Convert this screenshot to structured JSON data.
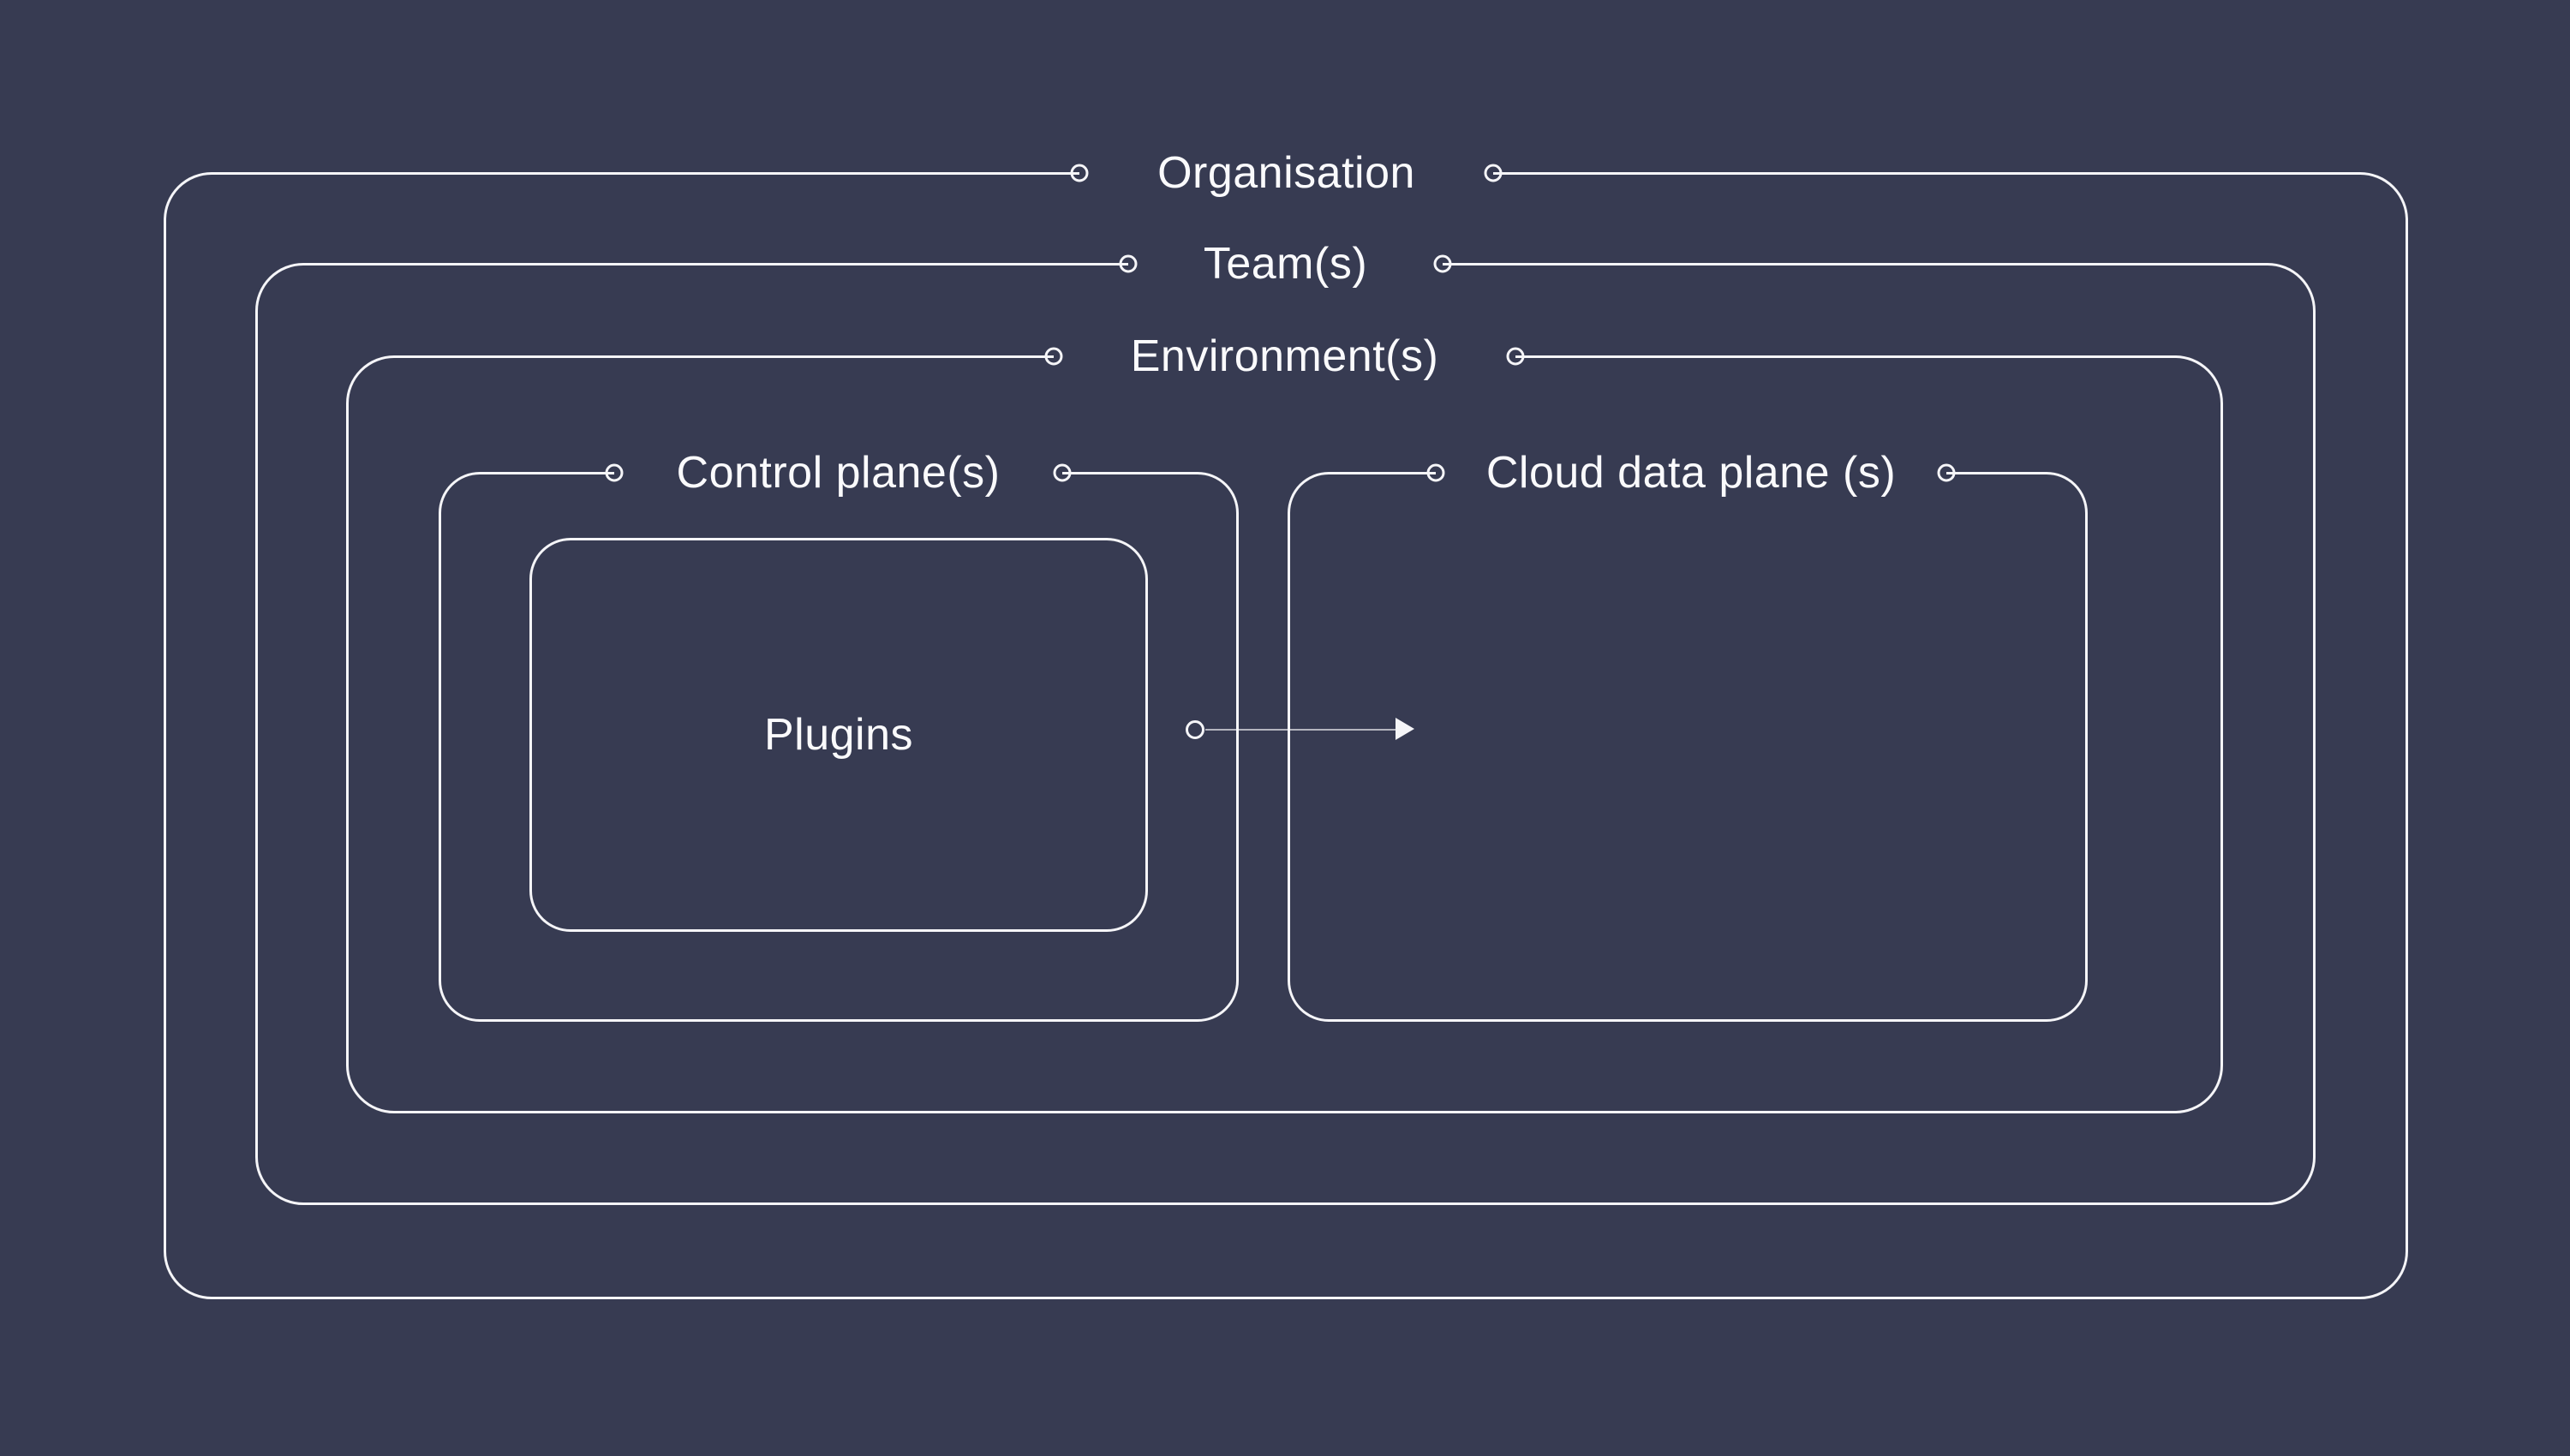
{
  "diagram": {
    "labels": {
      "organisation": "Organisation",
      "teams": "Team(s)",
      "environments": "Environment(s)",
      "control_plane": "Control plane(s)",
      "cloud_data_plane": "Cloud data plane (s)",
      "plugins": "Plugins"
    },
    "colors": {
      "background": "#373b52",
      "line": "#f5f5f8",
      "text": "#fafafc"
    },
    "icons": {
      "connector_dot": "small open ring at line end",
      "arrow_head": "filled right-pointing triangle"
    },
    "arrow": {
      "from": "Plugins",
      "to": "Cloud data plane (s)"
    }
  }
}
